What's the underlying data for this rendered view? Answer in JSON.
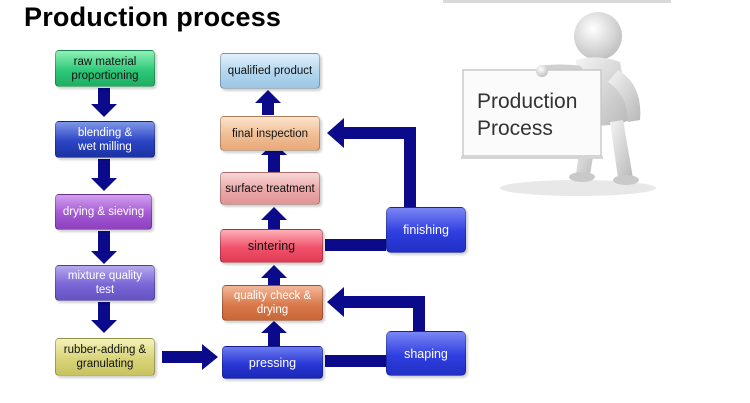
{
  "title": "Production process",
  "steps": {
    "raw_material": "raw material\nproportioning",
    "blending": "blending &\nwet milling",
    "drying_sieving": "drying & sieving",
    "mixture_test": "mixture quality\ntest",
    "rubber_adding": "rubber-adding &\ngranulating",
    "pressing": "pressing",
    "quality_check": "quality check &\ndrying",
    "sintering": "sintering",
    "surface_treatment": "surface treatment",
    "final_inspection": "final inspection",
    "qualified_product": "qualified product",
    "finishing": "finishing",
    "shaping": "shaping"
  },
  "board": {
    "line1": "Production",
    "line2": "Process"
  },
  "colors": {
    "arrow": "#0a0a8a"
  }
}
